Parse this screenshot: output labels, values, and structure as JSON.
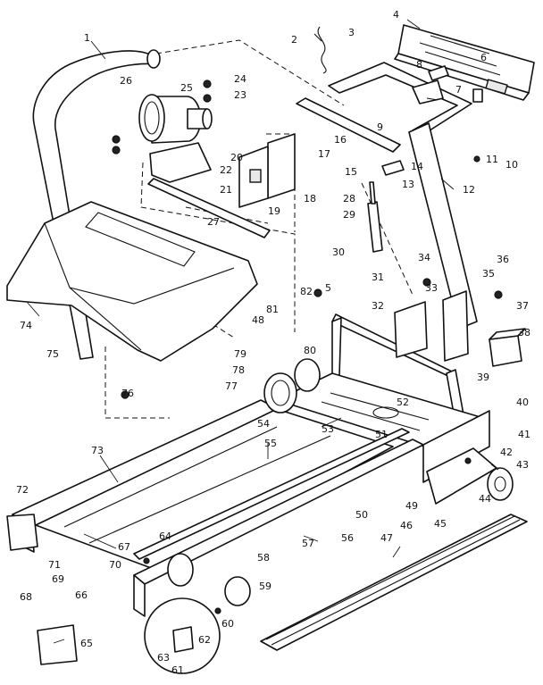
{
  "diagram": {
    "callouts": [
      "1",
      "2",
      "3",
      "4",
      "5",
      "6",
      "7",
      "8",
      "9",
      "10",
      "11",
      "12",
      "13",
      "14",
      "15",
      "16",
      "17",
      "18",
      "19",
      "20",
      "21",
      "22",
      "23",
      "24",
      "25",
      "26",
      "27",
      "28",
      "29",
      "30",
      "31",
      "32",
      "33",
      "34",
      "35",
      "36",
      "37",
      "38",
      "39",
      "40",
      "41",
      "42",
      "43",
      "44",
      "45",
      "46",
      "47",
      "48",
      "49",
      "50",
      "51",
      "52",
      "53",
      "54",
      "55",
      "56",
      "57",
      "58",
      "59",
      "60",
      "61",
      "62",
      "63",
      "64",
      "65",
      "66",
      "67",
      "68",
      "69",
      "70",
      "71",
      "72",
      "73",
      "74",
      "75",
      "76",
      "77",
      "78",
      "79",
      "80",
      "81",
      "82"
    ]
  }
}
